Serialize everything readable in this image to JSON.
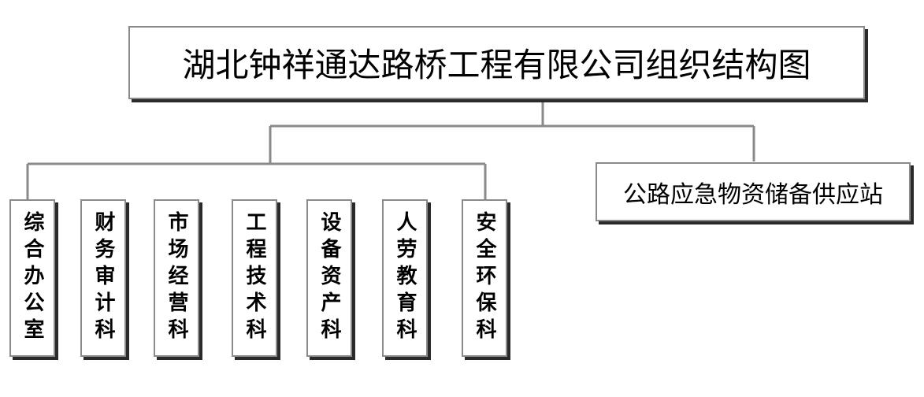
{
  "title": "湖北钟祥通达路桥工程有限公司组织结构图",
  "station": "公路应急物资储备供应站",
  "departments": [
    {
      "label": "综合办公室"
    },
    {
      "label": "财务审计科"
    },
    {
      "label": "市场经营科"
    },
    {
      "label": "工程技术科"
    },
    {
      "label": "设备资产科"
    },
    {
      "label": "人劳教育科"
    },
    {
      "label": "安全环保科"
    }
  ],
  "colors": {
    "line": "#8a8a8a",
    "border": "#8a8a8a",
    "shadow": "#2a2a2a",
    "text": "#000000"
  }
}
